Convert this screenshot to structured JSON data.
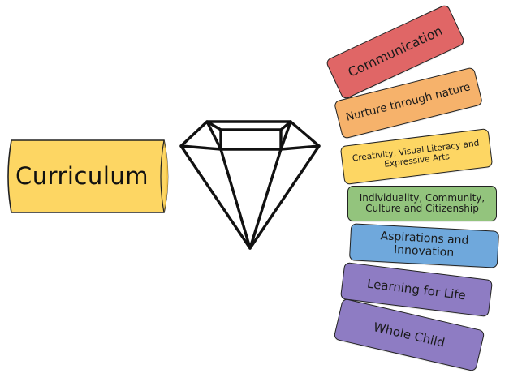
{
  "diagram": {
    "center": {
      "label": "Curriculum",
      "color": "#fdd663"
    },
    "gem": {
      "icon": "diamond-icon"
    },
    "values": [
      {
        "key": "communication",
        "label": "Communication",
        "color": "#e06666"
      },
      {
        "key": "nurture",
        "label": "Nurture through nature",
        "color": "#f6b26b"
      },
      {
        "key": "creativity",
        "label": "Creativity, Visual Literacy and Expressive Arts",
        "color": "#fdd663"
      },
      {
        "key": "individuality",
        "label": "Individuality, Community, Culture and Citizenship",
        "color": "#93c47d"
      },
      {
        "key": "aspirations",
        "label": "Aspirations and Innovation",
        "color": "#6fa8dc"
      },
      {
        "key": "learning",
        "label": "Learning for Life",
        "color": "#8e7cc3"
      },
      {
        "key": "whole-child",
        "label": "Whole Child",
        "color": "#8e7cc3"
      }
    ]
  }
}
